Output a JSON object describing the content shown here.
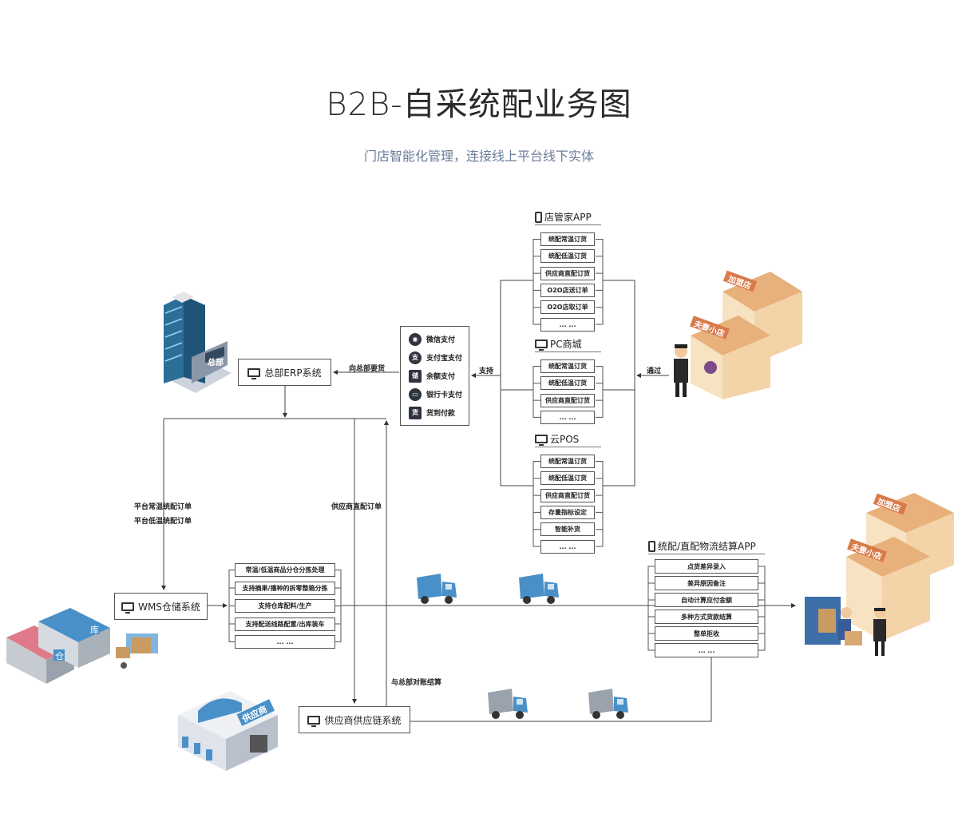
{
  "title": "B2B-自采统配业务图",
  "subtitle": "门店智能化管理，连接线上平台线下实体",
  "erp": {
    "label": "总部ERP系统"
  },
  "labels": {
    "request": "向总部要货",
    "support": "支持",
    "through": "通过",
    "normal_order": "平台常温统配订单",
    "cold_order": "平台低温统配订单",
    "supplier_order": "供应商直配订单",
    "reconcile": "与总部对账结算"
  },
  "payments": [
    {
      "icon": "wechat-pay-icon",
      "glyph": "◉",
      "label": "微信支付"
    },
    {
      "icon": "alipay-icon",
      "glyph": "支",
      "label": "支付宝支付"
    },
    {
      "icon": "balance-icon",
      "glyph": "储",
      "label": "余额支付"
    },
    {
      "icon": "bank-card-icon",
      "glyph": "▭",
      "label": "银行卡支付"
    },
    {
      "icon": "cash-on-delivery-icon",
      "glyph": "货",
      "label": "货到付款"
    }
  ],
  "channels": [
    {
      "name": "店管家APP",
      "icon": "phone-icon",
      "items": [
        "统配常温订货",
        "统配低温订货",
        "供应商直配订货",
        "O2O店送订单",
        "O2O店取订单",
        "... ..."
      ]
    },
    {
      "name": "PC商城",
      "icon": "monitor-icon",
      "items": [
        "统配常温订货",
        "统配低温订货",
        "供应商直配订货",
        "... ..."
      ]
    },
    {
      "name": "云POS",
      "icon": "monitor-icon",
      "items": [
        "统配常温订货",
        "统配低温订货",
        "供应商直配订货",
        "存量指标设定",
        "智能补货",
        "... ..."
      ]
    }
  ],
  "wms": {
    "label": "WMS仓储系统",
    "items": [
      "常温/低温商品分仓分拣处理",
      "支持摘果/播种的拆零整箱分拣",
      "支持仓库配料/生产",
      "支持配送线路配置/出库装车",
      "... ..."
    ]
  },
  "settlement": {
    "name": "统配/直配物流结算APP",
    "items": [
      "点货差异录入",
      "差异原因备注",
      "自动计算应付金额",
      "多种方式货款结算",
      "整单拒收",
      "... ..."
    ]
  },
  "supplier": {
    "label": "供应商供应链系统"
  },
  "illustrations": {
    "hq_sign": "总部",
    "store_a": "加盟店",
    "store_b": "夫妻小店",
    "warehouse_sign": "仓",
    "warehouse_sign2": "库",
    "supplier_sign": "供应商"
  },
  "colors": {
    "line": "#444444",
    "subtitle": "#6b7c98",
    "truck": "#4a90c8",
    "store_roof": "#e8b07a"
  }
}
